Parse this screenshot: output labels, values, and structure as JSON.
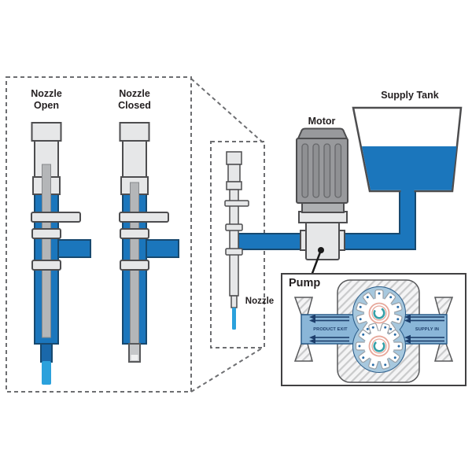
{
  "callout_left": {
    "nozzle_open_label": "Nozzle\nOpen",
    "nozzle_closed_label": "Nozzle\nClosed"
  },
  "system": {
    "nozzle_label": "Nozzle",
    "motor_label": "Motor",
    "supply_tank_label": "Supply Tank"
  },
  "pump_detail": {
    "pump_label": "Pump",
    "product_exit_label": "PRODUCT EXIT",
    "supply_in_label": "SUPPLY IN",
    "flow_direction": "right-to-left",
    "gear_count": 2
  },
  "colors": {
    "pipe_blue": "#1b76bc",
    "pipe_navy": "#17496f",
    "stream_blue": "#2ba1dc",
    "tip_blue": "#1a68aa",
    "light_gray": "#e6e7e8",
    "rod_gray": "#b4b6b8",
    "motor_gray": "#98999c",
    "dark_gray": "#4d4d4f",
    "dash_gray": "#6d6e71",
    "channel_blue": "#8ab6d8",
    "chamber_blue": "#a7c8de",
    "channel_navy": "#2b5d8a",
    "gear_pink": "#e7a89b",
    "gear_teal": "#36a0a8",
    "flow_navy": "#1d3e6b",
    "text_dark": "#231f20",
    "box_border": "#414042"
  }
}
